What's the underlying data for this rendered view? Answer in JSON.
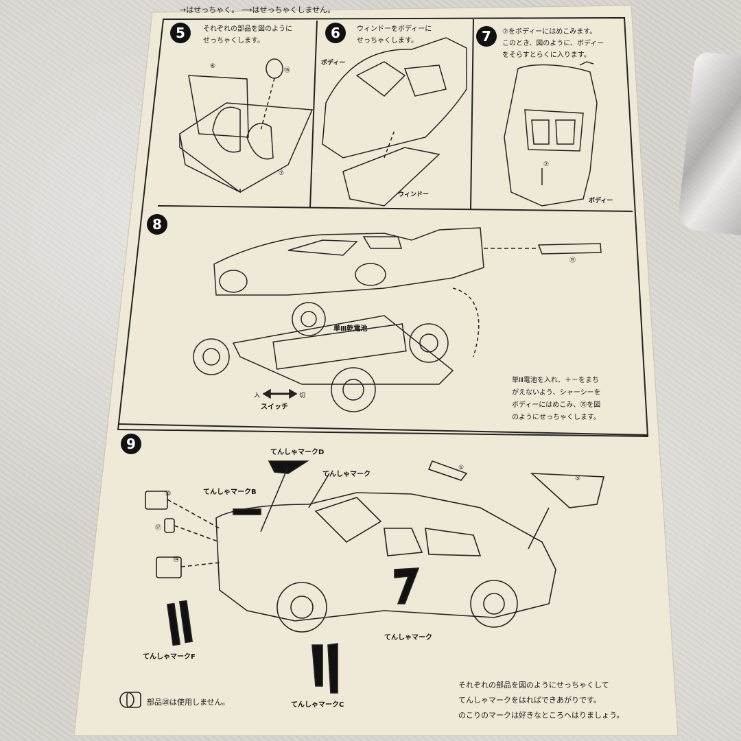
{
  "header": {
    "legend": "→はせっちゃく。 ⟶はせっちゃくしません。"
  },
  "steps": [
    {
      "number": "5",
      "text": "それぞれの部品を図のように\nせっちゃくします。",
      "parts": [
        "⑥",
        "⑯",
        "⑦"
      ]
    },
    {
      "number": "6",
      "text": "ウィンドーをボディーに\nせっちゃくします。",
      "labels": [
        "ボディー",
        "ウィンドー"
      ]
    },
    {
      "number": "7",
      "text": "⑦をボディーにはめこみます。\nこのとき、図のように、ボディー\nをそらすとらくに入ります。",
      "labels": [
        "⑦",
        "ボディー"
      ]
    },
    {
      "number": "8",
      "text": "単Ⅲ電池を入れ、＋－をまち\nがえないよう、シャーシーを\nボディーにはめこみ、⑮を図\nのようにせっちゃくします。",
      "labels": [
        "⑮",
        "単Ⅲ乾電池",
        "入",
        "切",
        "スイッチ"
      ]
    },
    {
      "number": "9",
      "labels": {
        "mark_d": "てんしゃマークD",
        "mark": "てんしゃマーク",
        "mark_b": "てんしゃマークB",
        "mark_side": "てんしゃマーク",
        "mark_f": "てんしゃマークF",
        "mark_c": "てんしゃマークC",
        "p1": "①",
        "p5": "⑤",
        "p13": "⑬",
        "p17": "⑰",
        "p14": "⑭",
        "car_number": "7"
      },
      "unused_note": "部品⑳は使用しません。",
      "closing": "それぞれの部品を図のようにせっちゃくして\nてんしゃマークをはればできあがりです。\nのこりのマークは好きなところへはりましょう。"
    }
  ]
}
